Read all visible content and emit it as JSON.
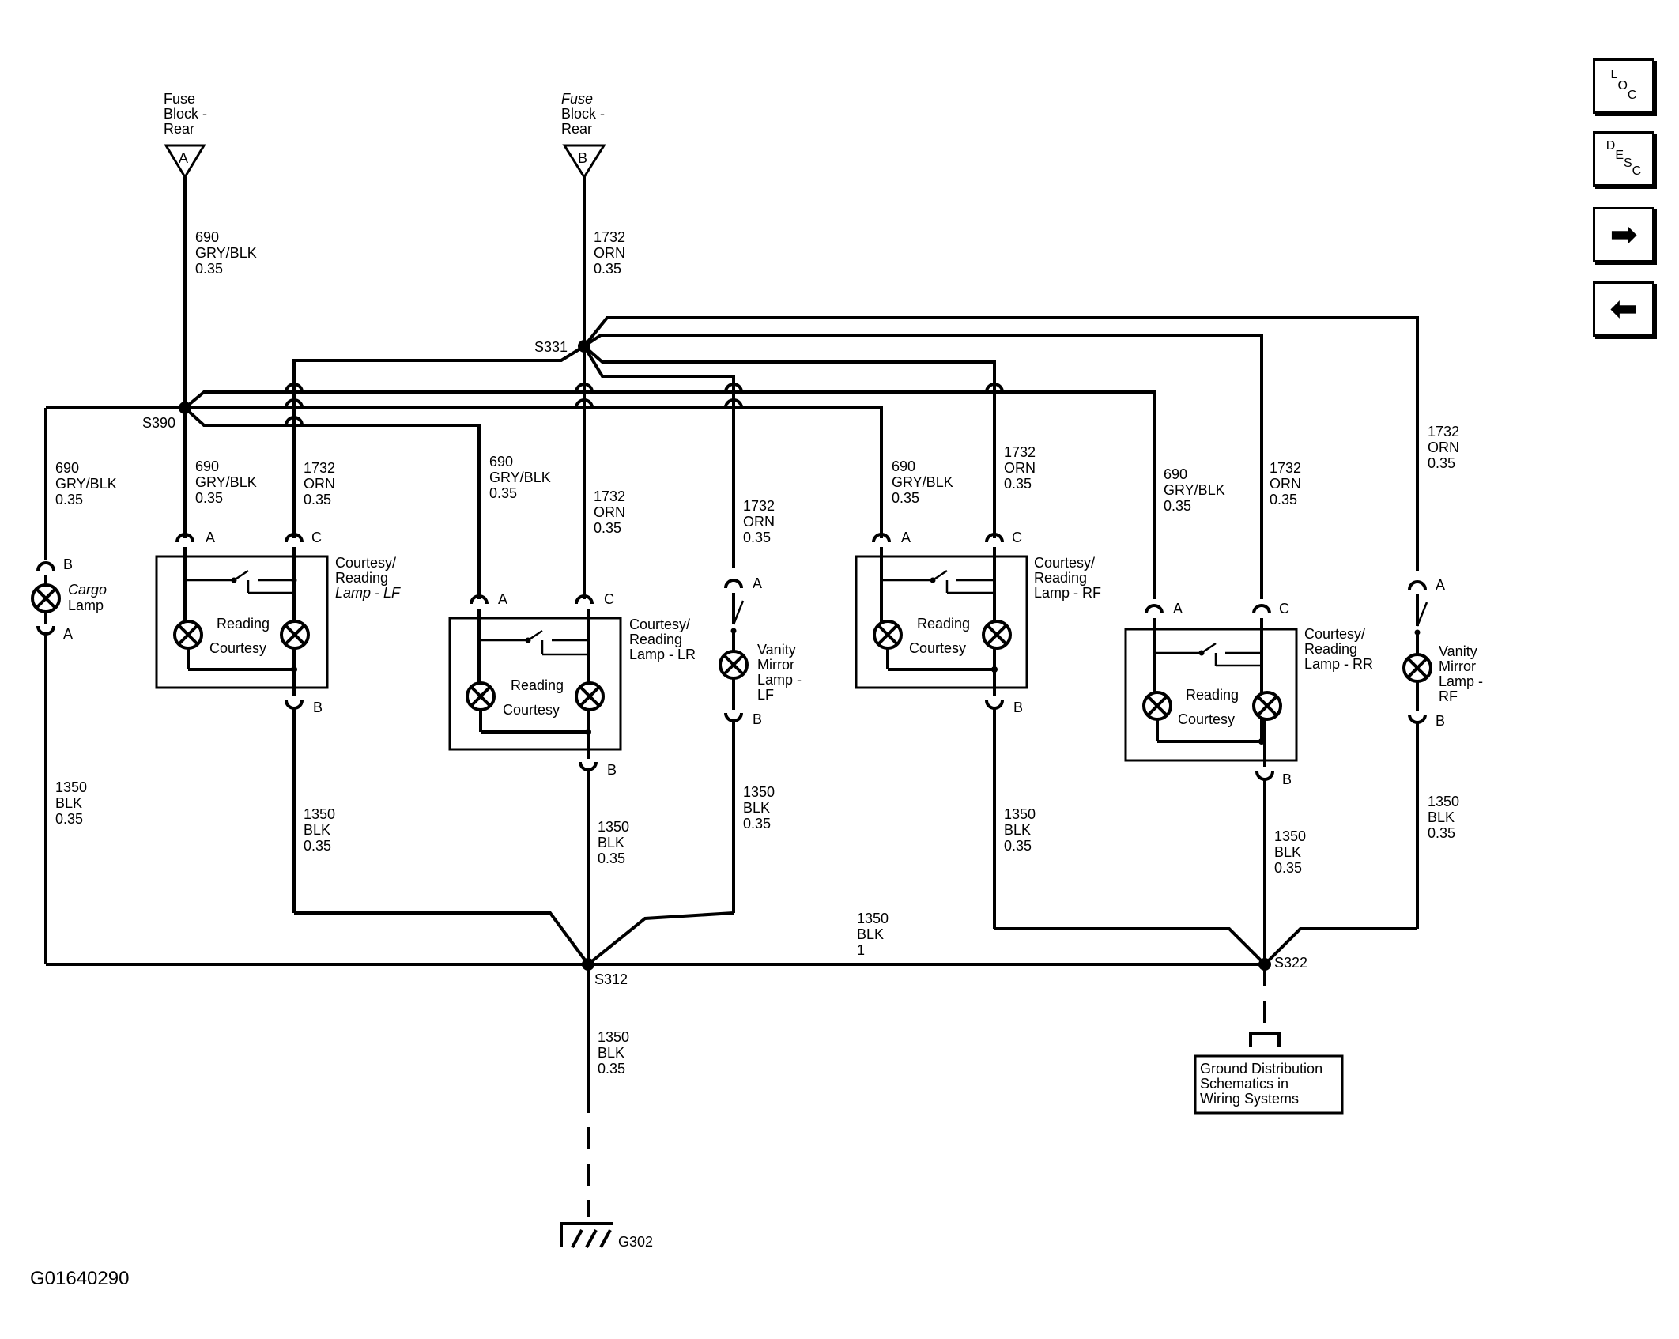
{
  "nav": {
    "loc": [
      "L",
      "O",
      "C"
    ],
    "desc": [
      "D",
      "E",
      "S",
      "C"
    ],
    "next_glyph": "➡",
    "prev_glyph": "⬅"
  },
  "figure_id": "G01640290",
  "fuse_label": [
    "Fuse",
    "Block -",
    "Rear"
  ],
  "fuse_a_pin": "A",
  "fuse_b_pin": "B",
  "wire_690": [
    "690",
    "GRY/BLK",
    "0.35"
  ],
  "wire_1732": [
    "1732",
    "ORN",
    "0.35"
  ],
  "wire_1350": [
    "1350",
    "BLK",
    "0.35"
  ],
  "wire_1350_main": [
    "1350",
    "BLK",
    "1"
  ],
  "splices": {
    "s331": "S331",
    "s390": "S390",
    "s312": "S312",
    "s322": "S322",
    "g302": "G302"
  },
  "pins": {
    "a": "A",
    "b": "B",
    "c": "C"
  },
  "cargo_lamp": [
    "Cargo",
    "Lamp"
  ],
  "lamp_inner": {
    "reading": "Reading",
    "courtesy": "Courtesy"
  },
  "lamp_lf": [
    "Courtesy/",
    "Reading",
    "Lamp - LF"
  ],
  "lamp_lr": [
    "Courtesy/",
    "Reading",
    "Lamp - LR"
  ],
  "lamp_rf": [
    "Courtesy/",
    "Reading",
    "Lamp - RF"
  ],
  "lamp_rr": [
    "Courtesy/",
    "Reading",
    "Lamp - RR"
  ],
  "vanity_lf": [
    "Vanity",
    "Mirror",
    "Lamp -",
    "LF"
  ],
  "vanity_rf": [
    "Vanity",
    "Mirror",
    "Lamp -",
    "RF"
  ],
  "ground_box": [
    "Ground Distribution",
    "Schematics in",
    "Wiring Systems"
  ]
}
